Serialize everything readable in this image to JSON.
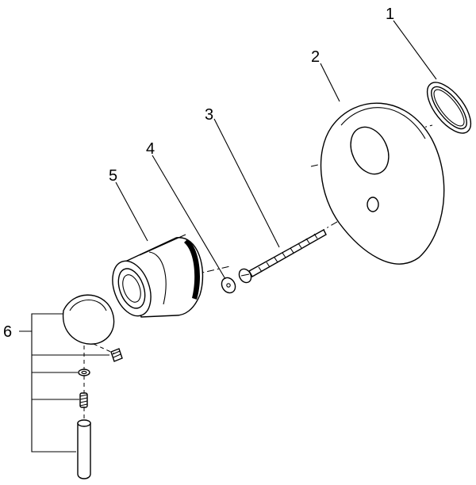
{
  "parts": [
    {
      "id": "ring",
      "callout": "1"
    },
    {
      "id": "escutcheon-plate",
      "callout": "2"
    },
    {
      "id": "mounting-screw",
      "callout": "3"
    },
    {
      "id": "washer",
      "callout": "4"
    },
    {
      "id": "sleeve",
      "callout": "5"
    },
    {
      "id": "handle-assembly",
      "callout": "6"
    }
  ]
}
